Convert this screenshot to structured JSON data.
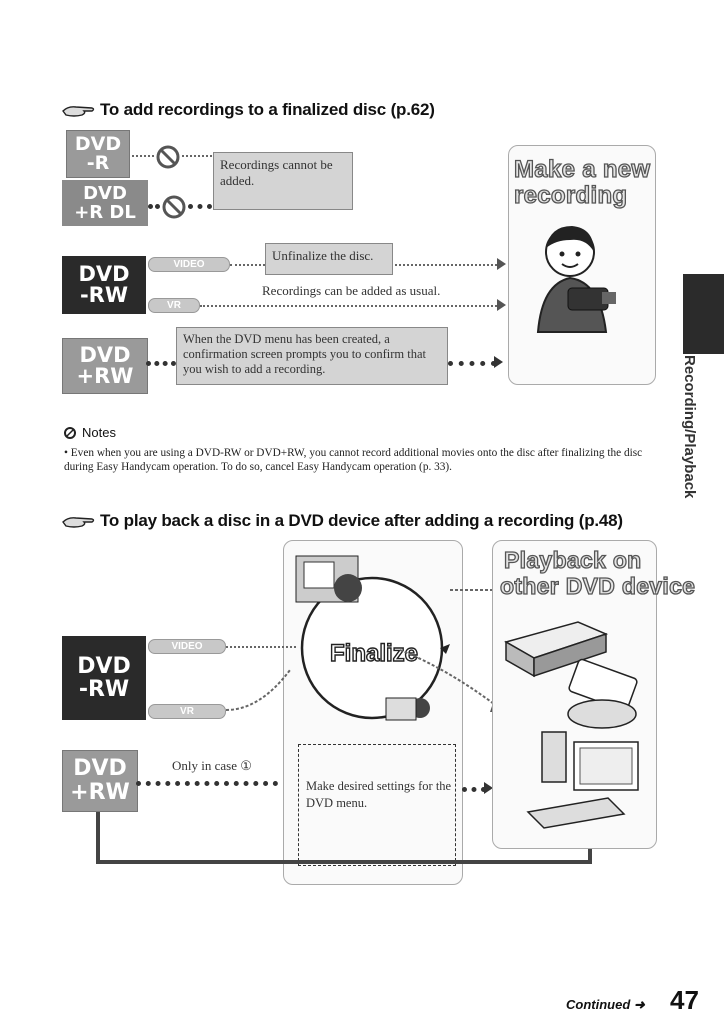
{
  "section1": {
    "heading": "To add recordings to a finalized disc (p.62)",
    "badges": {
      "dvd_r": [
        "DVD",
        "-R"
      ],
      "dvd_r_dl": [
        "DVD",
        "+R DL"
      ],
      "dvd_rw": [
        "DVD",
        "-RW"
      ],
      "dvd_plus_rw": [
        "DVD",
        "+RW"
      ]
    },
    "cannot_add": "Recordings cannot be added.",
    "video_pill": "VIDEO",
    "vr_pill": "VR",
    "unfinalize": "Unfinalize the disc.",
    "can_add": "Recordings can be added as usual.",
    "menu_created": "When the DVD menu has been created, a confirmation screen prompts you to confirm that you wish to add a recording.",
    "panel_title_line1": "Make a new",
    "panel_title_line2": "recording"
  },
  "notes": {
    "title": "Notes",
    "text": "• Even when you are using a DVD-RW or DVD+RW, you cannot record additional movies onto the disc after finalizing the disc during Easy Handycam operation. To do so, cancel Easy Handycam operation (p. 33)."
  },
  "section2": {
    "heading": "To play back a disc in a DVD device after adding a recording (p.48)",
    "badges": {
      "dvd_rw": [
        "DVD",
        "-RW"
      ],
      "dvd_plus_rw": [
        "DVD",
        "+RW"
      ]
    },
    "video_pill": "VIDEO",
    "vr_pill": "VR",
    "only_in_case": "Only in case ①",
    "finalize": "Finalize",
    "menu_settings": "Make desired settings for the DVD menu.",
    "panel_title_line1": "Playback on",
    "panel_title_line2": "other DVD device"
  },
  "side_tab_label": "Recording/Playback",
  "footer": {
    "continued": "Continued",
    "page": "47"
  }
}
